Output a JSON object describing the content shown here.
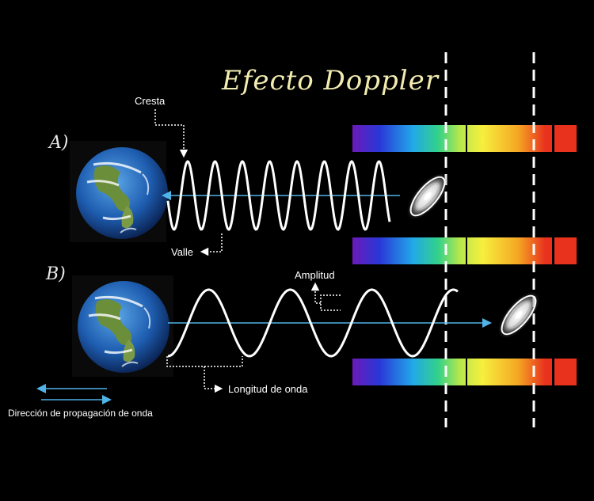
{
  "title": "Efecto Doppler",
  "panels": {
    "a_label": "A)",
    "b_label": "B)"
  },
  "labels": {
    "crest": "Cresta",
    "trough": "Valle",
    "amplitude": "Amplitud",
    "wavelength": "Longitud de onda",
    "propagation": "Dirección de propagación de onda"
  },
  "colors": {
    "background": "#000000",
    "title": "#f2ecb0",
    "wave": "#ffffff",
    "direction_arrow": "#4fb3e8",
    "spectrum": [
      "#6a1ab8",
      "#2a37d8",
      "#22a8e8",
      "#31d18c",
      "#b7e84a",
      "#f7ef3e",
      "#f5a623",
      "#e8321e"
    ]
  },
  "icons": [
    "earth-icon",
    "galaxy-icon"
  ]
}
